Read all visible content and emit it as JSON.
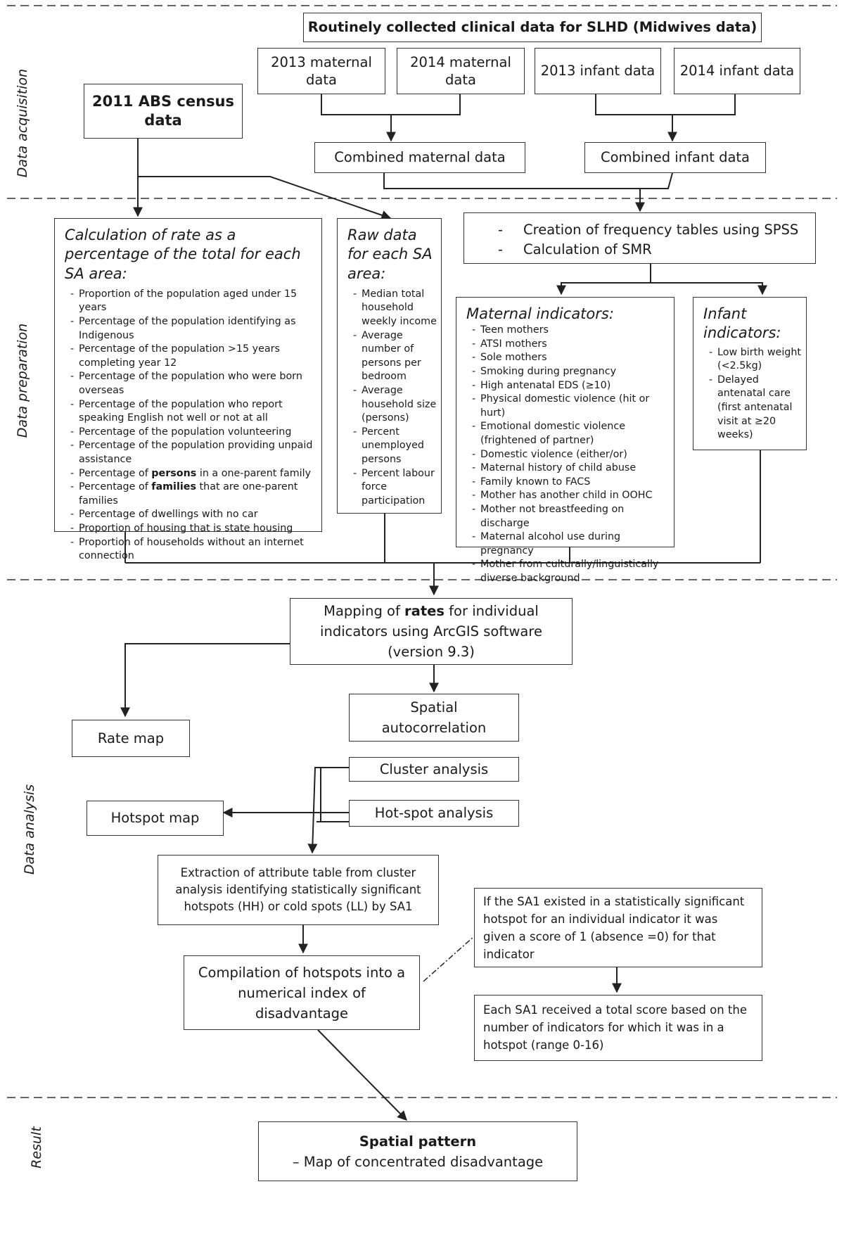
{
  "stages": {
    "acquisition": "Data acquisition",
    "preparation": "Data preparation",
    "analysis": "Data analysis",
    "result": "Result"
  },
  "acquisition": {
    "slhd": "Routinely collected clinical data for SLHD (Midwives data)",
    "census": "2011 ABS census data",
    "maternal_2013": "2013 maternal data",
    "maternal_2014": "2014 maternal data",
    "infant_2013": "2013 infant data",
    "infant_2014": "2014 infant data",
    "combined_maternal": "Combined maternal data",
    "combined_infant": "Combined infant data"
  },
  "preparation": {
    "calc_title": "Calculation of rate as a percentage of the total for each SA area:",
    "calc_items_plain": [
      "Proportion of the population aged under 15 years",
      "Percentage of the population identifying as Indigenous",
      "Percentage of the population >15 years completing year 12",
      "Percentage of the population who were born overseas",
      "Percentage of the population who report speaking English not well or not at all",
      "Percentage of the population volunteering",
      "Percentage of the population providing unpaid assistance"
    ],
    "calc_persons": {
      "pre": "Percentage of ",
      "bold": "persons",
      "post": " in a one-parent family"
    },
    "calc_families": {
      "pre": "Percentage of ",
      "bold": "families",
      "post": " that are one-parent families"
    },
    "calc_items_tail": [
      "Percentage of dwellings with no car",
      "Proportion of housing that is state housing",
      "Proportion of households without an internet connection"
    ],
    "raw_title": "Raw data for each SA area:",
    "raw_items": [
      "Median total household weekly income",
      "Average number of persons per bedroom",
      "Average household size (persons)",
      "Percent unemployed persons",
      "Percent labour force participation"
    ],
    "spss_items": [
      "Creation of frequency tables using SPSS",
      "Calculation of SMR"
    ],
    "maternal_title": "Maternal indicators:",
    "maternal_items": [
      "Teen mothers",
      "ATSI mothers",
      "Sole mothers",
      "Smoking during pregnancy",
      "High antenatal EDS (≥10)",
      "Physical domestic violence (hit or hurt)",
      "Emotional domestic violence (frightened of partner)",
      "Domestic violence (either/or)",
      "Maternal history of child abuse",
      "Family known to FACS",
      "Mother has another child in OOHC",
      "Mother not breastfeeding on discharge",
      "Maternal alcohol use during pregnancy",
      "Mother from culturally/linguistically diverse background"
    ],
    "infant_title": "Infant indicators:",
    "infant_items": [
      "Low birth weight (<2.5kg)",
      "Delayed antenatal care (first antenatal visit at ≥20 weeks)"
    ]
  },
  "analysis": {
    "mapping_pre": "Mapping of ",
    "mapping_bold": "rates",
    "mapping_post": " for individual indicators using ArcGIS software (version 9.3)",
    "rate_map": "Rate map",
    "spatial_autocorrelation": "Spatial autocorrelation",
    "cluster_analysis": "Cluster analysis",
    "hotspot_map": "Hotspot map",
    "hotspot_analysis": "Hot-spot analysis",
    "extraction": "Extraction of attribute table from cluster analysis identifying statistically significant hotspots (HH) or cold spots (LL) by SA1",
    "compilation": "Compilation of hotspots into a numerical index of disadvantage",
    "score_rule": "If the SA1 existed in a statistically significant hotspot for an individual indicator it was given a score of 1 (absence =0) for that indicator",
    "total_score": "Each SA1 received a total score based on the number of indicators for which it was in a hotspot (range 0-16)"
  },
  "result": {
    "title": "Spatial pattern",
    "subtitle": "– Map of concentrated disadvantage"
  }
}
